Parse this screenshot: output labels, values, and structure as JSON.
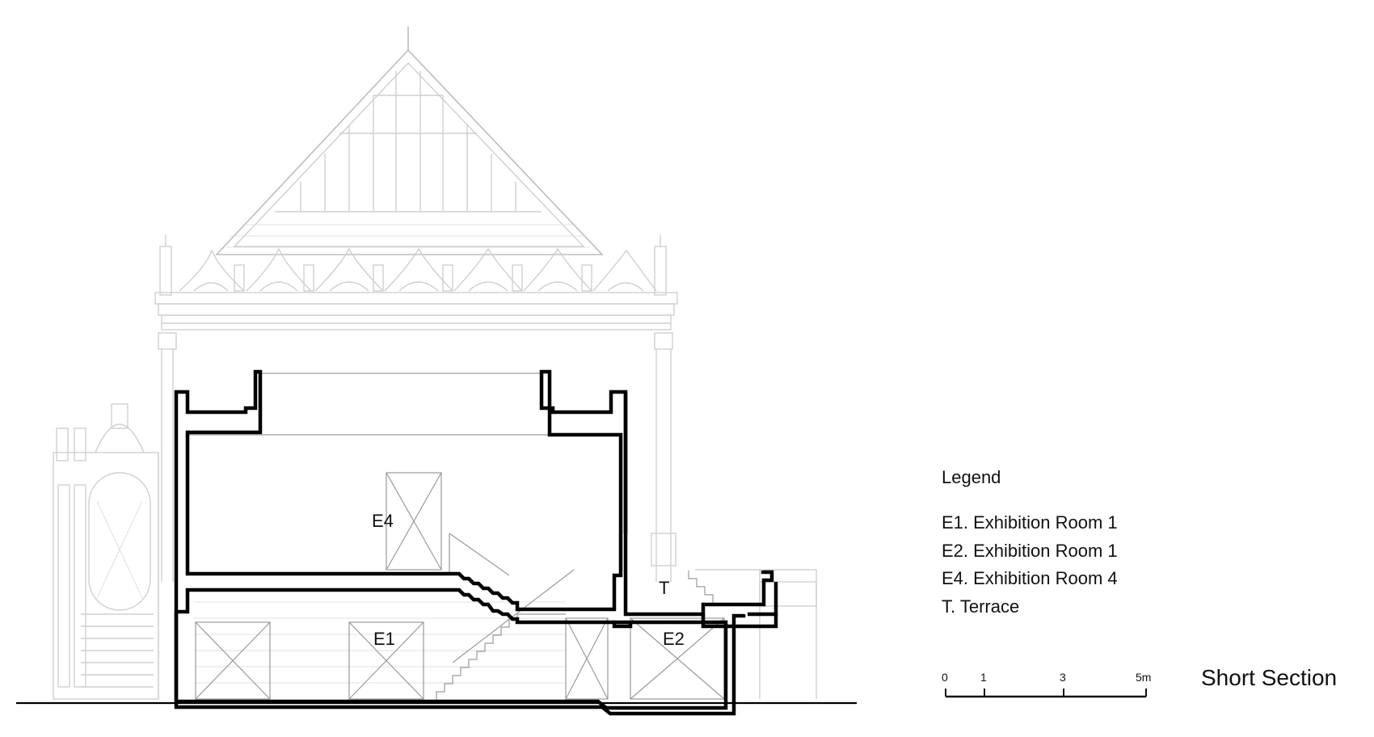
{
  "rooms": {
    "e4": "E4",
    "e1": "E1",
    "e2": "E2",
    "t": "T"
  },
  "legend": {
    "title": "Legend",
    "items": [
      "E1. Exhibition Room 1",
      "E2. Exhibition Room 1",
      "E4. Exhibition Room 4",
      "T.  Terrace"
    ]
  },
  "scale_bar": {
    "ticks": [
      "0",
      "1",
      "3",
      "5m"
    ]
  },
  "title": "Short Section",
  "colors": {
    "cut_line": "#000000",
    "elevation_line": "#cfcfcf"
  }
}
